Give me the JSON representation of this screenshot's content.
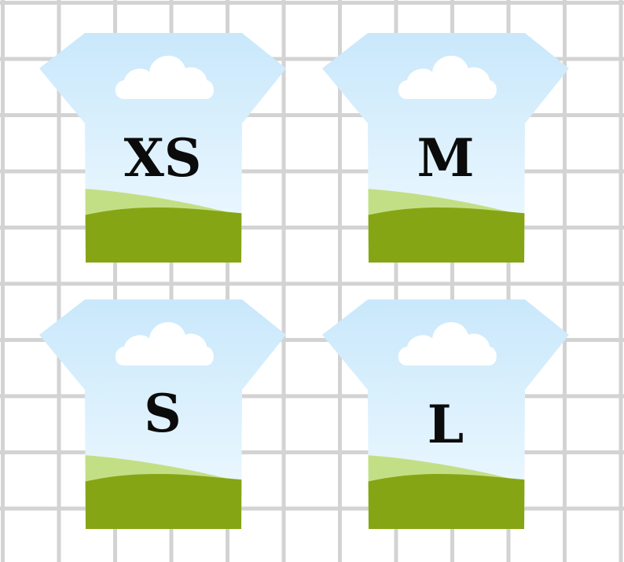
{
  "colors": {
    "sky_top": "#c9e8fb",
    "sky_bottom": "#f1faff",
    "hill_light": "#c3df86",
    "hill_dark": "#86a514",
    "cloud": "#ffffff",
    "grid_line": "#d3d3d3",
    "label": "#0b0b0b"
  },
  "shirts": [
    {
      "label": "XS"
    },
    {
      "label": "M"
    },
    {
      "label": "S"
    },
    {
      "label": "L"
    }
  ]
}
